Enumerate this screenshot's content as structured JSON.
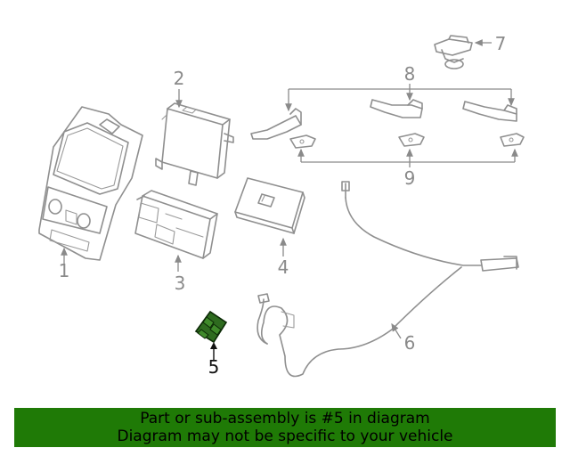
{
  "callouts": {
    "c1": "1",
    "c2": "2",
    "c3": "3",
    "c4": "4",
    "c5": "5",
    "c6": "6",
    "c7": "7",
    "c8": "8",
    "c9": "9"
  },
  "highlighted_part": "5",
  "colors": {
    "highlight": "#2e6b1f",
    "banner": "#1f7a06",
    "line": "#8f8f8f"
  },
  "banner": {
    "line1": "Part or sub-assembly is #5 in diagram",
    "line2": "Diagram may not be specific to your vehicle"
  }
}
